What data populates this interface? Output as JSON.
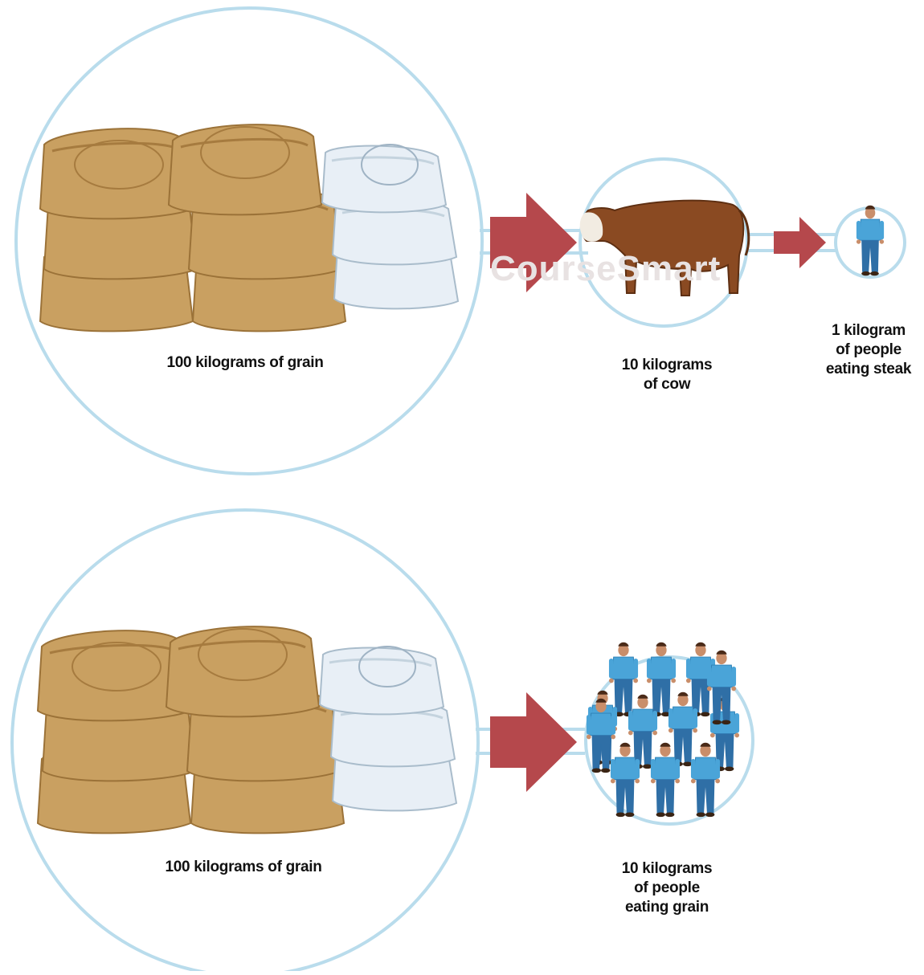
{
  "colors": {
    "ring": "#b9dcec",
    "arrow": "#b5484c",
    "grain_sack": "#c9a061",
    "grain_sack_dark": "#a67b3f",
    "white_sack": "#e6eef5",
    "cow": "#8a4a22",
    "shirt": "#4aa4d8",
    "pants": "#2f6fa6",
    "skin": "#c98e6a"
  },
  "icons": [
    "grain-sack-icon",
    "white-sack-icon",
    "cow-icon",
    "person-icon",
    "arrow-right-icon"
  ],
  "watermark": "CourseSmart",
  "top_row": {
    "grain_label": "100  kilograms of grain",
    "cow_label": "10  kilograms\nof cow",
    "people_label": "1 kilogram\nof people\neating steak"
  },
  "bottom_row": {
    "grain_label": "100  kilograms of grain",
    "people_label": "10  kilograms\nof people\neating grain",
    "people_count": 12
  }
}
